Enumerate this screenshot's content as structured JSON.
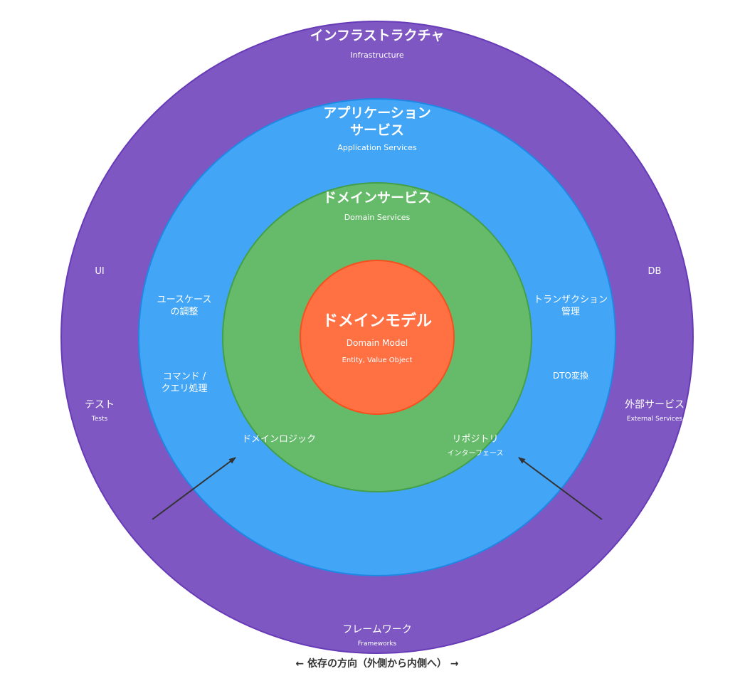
{
  "colors": {
    "infrastructure_fill": "#7E57C2",
    "infrastructure_stroke": "#673AB7",
    "application_fill": "#42A5F5",
    "application_stroke": "#1E88E5",
    "domain_services_fill": "#66BB6A",
    "domain_services_stroke": "#43A047",
    "domain_model_fill": "#FF7043",
    "domain_model_stroke": "#F4511E",
    "arrow": "#333333",
    "caption": "#333333",
    "text": "#ffffff"
  },
  "layers": {
    "infrastructure": {
      "title": "インフラストラクチャ",
      "subtitle": "Infrastructure",
      "items": {
        "ui": "UI",
        "db": "DB",
        "tests": "テスト",
        "tests_en": "Tests",
        "external": "外部サービス",
        "external_en": "External Services",
        "frameworks": "フレームワーク",
        "frameworks_en": "Frameworks"
      }
    },
    "application": {
      "title_line1": "アプリケーション",
      "title_line2": "サービス",
      "subtitle": "Application Services",
      "items": {
        "usecase_line1": "ユースケース",
        "usecase_line2": "の調整",
        "transaction_line1": "トランザクション",
        "transaction_line2": "管理",
        "command_line1": "コマンド /",
        "command_line2": "クエリ処理",
        "dto": "DTO変換"
      }
    },
    "domain_services": {
      "title": "ドメインサービス",
      "subtitle": "Domain Services",
      "items": {
        "domain_logic": "ドメインロジック",
        "repository": "リポジトリ",
        "repository_sub": "インターフェース"
      }
    },
    "domain_model": {
      "title": "ドメインモデル",
      "subtitle": "Domain Model",
      "detail": "Entity, Value Object"
    }
  },
  "caption": "← 依存の方向（外側から内側へ） →"
}
